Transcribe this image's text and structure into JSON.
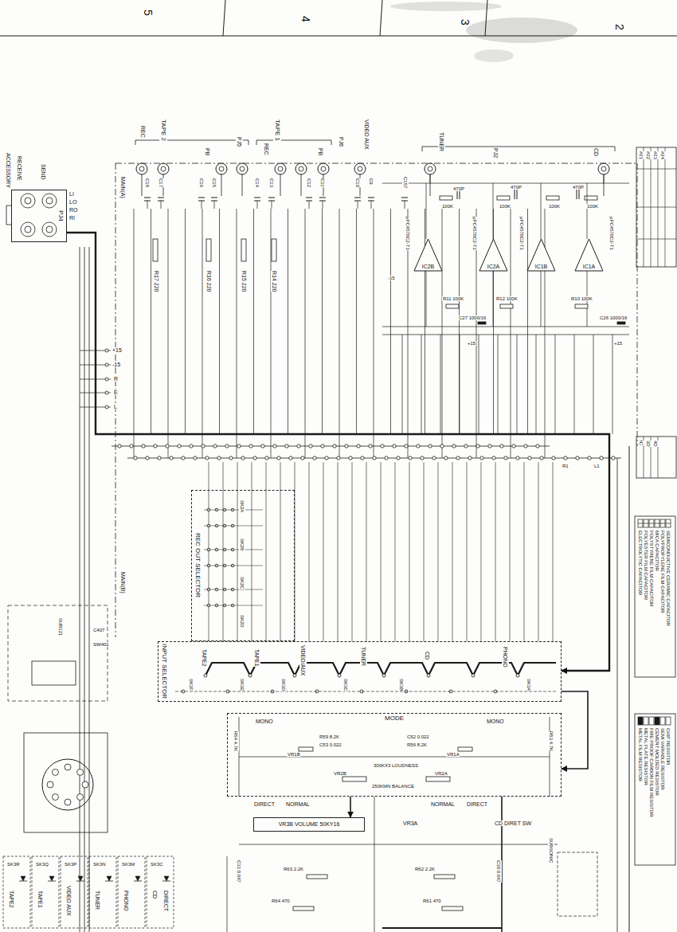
{
  "diagram": {
    "nodes": [
      {
        "text": [
          "PJ4"
        ]
      },
      {
        "text": [
          "IC1A"
        ]
      },
      {
        "text": [
          "IC1B"
        ]
      },
      {
        "text": [
          "IC2A"
        ]
      },
      {
        "text": [
          "IC2B"
        ]
      },
      {
        "text": [
          "REC OUT SELECTOR"
        ]
      },
      {
        "text": [
          "INPUT SELECTOR"
        ]
      },
      {
        "text": [
          "MODE"
        ]
      },
      {
        "text": [
          "VR3B VOLUME 50KY16"
        ]
      }
    ],
    "edges": [
      {
        "from": 0,
        "to": 6,
        "arrow": "to"
      },
      {
        "from": 6,
        "to": 7,
        "arrow": "to"
      },
      {
        "from": 7,
        "to": 8,
        "arrow": "to"
      }
    ],
    "labels": [
      "5",
      "4",
      "3",
      "2",
      "ACCESSORY",
      "RECEIVE",
      "SEND",
      "LI",
      "LO",
      "RO",
      "RI",
      "MAIN(A)",
      "REC",
      "TAPE 2",
      "PB",
      "PJ5",
      "REC",
      "TAPE 1",
      "PB",
      "PJ6",
      "VIDEO AUX",
      "TUNER",
      "PJ2",
      "CD",
      "C18",
      "C17",
      "C16",
      "C15",
      "C14",
      "C13",
      "C12",
      "C11",
      "C10",
      "C9",
      "C157",
      "R17 220",
      "R16 220",
      "R15 220",
      "R14 220",
      "470P",
      "470P",
      "470P",
      "100K",
      "100K",
      "100K",
      "100K",
      "μPC4570C2-T1",
      "μPC4570C2-T1",
      "μPC4570C2-T1",
      "μPC4570C2-T1",
      "R11 100K",
      "R12 100K",
      "R10 100K",
      "C27 1000/16",
      "C26 1000/16",
      "+15",
      "-15",
      "+15",
      "+15",
      "-15",
      "R",
      "E",
      "L",
      "R1",
      "L1",
      "SK2A",
      "SK2B",
      "SK2C",
      "SK2D",
      "TAPE2",
      "TAPE1",
      "VIDEO/AUX",
      "TUNER",
      "CD",
      "PHONO",
      "SK3F",
      "SK3E",
      "SK3D",
      "SK3C",
      "SK3B",
      "SK3A",
      "MONO",
      "MONO",
      "R54 4.7K",
      "R53 4.7K",
      "R59 8.2K",
      "C53 0.022",
      "C52 0.022",
      "R56 8.2K",
      "VR1B",
      "VR1A",
      "300KX3 LOUDNESS",
      "VR2B",
      "VR2A",
      "250KMN BALANCE",
      "DIRECT",
      "NORMAL",
      "NORMAL",
      "DIRECT",
      "CD DIRET SW",
      "VR3A",
      "C31 0.047",
      "R63 2.2K",
      "R64 470",
      "R62 2.2K",
      "R61 470",
      "C30 0.047",
      "SUBSONIC",
      "SK3R",
      "SK3Q",
      "SK3P",
      "SK3N",
      "SK3M",
      "SK3C",
      "TAPE2",
      "TAPE1",
      "VIDEO AUX",
      "TUNER",
      "PHONO",
      "CD",
      "DIRECT",
      "MAIN(B)",
      "C407",
      "SW401",
      "SUB121",
      "#21",
      "#22",
      "#23",
      "#24",
      "IC",
      "3D",
      "4D"
    ],
    "legend": [
      {
        "text": "ELECTROLYTIC CAPACITOR"
      },
      {
        "text": "POLYESTER FILM CAPACITOR"
      },
      {
        "text": "POLYSTYRENE FILM CAPACITOR"
      },
      {
        "text": "MICA CAPACITOR"
      },
      {
        "text": "POLYPROPYLENE FILM CAPACITOR"
      },
      {
        "text": "SEMICONDUCTIVE CERAMIC CAPACITOR"
      },
      {
        "text": "METAL FILM RESISTOR"
      },
      {
        "text": "METAL PLATE RESISTOR"
      },
      {
        "text": "FIRE PROOF CARBON FILM RESISTOR"
      },
      {
        "text": "CEMENT MOLDED RESISTOR"
      },
      {
        "text": "SEMI VARIABLE RESISTOR"
      },
      {
        "text": "CHIP RESISTOR"
      }
    ]
  }
}
